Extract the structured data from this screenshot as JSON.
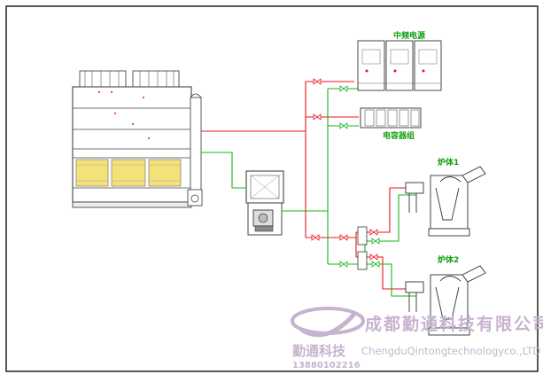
{
  "labels": {
    "power_supply": "中频电源",
    "capacitor_bank": "电容器组",
    "furnace_1": "炉体1",
    "furnace_2": "炉体2"
  },
  "watermark": {
    "company_cn": "成都勤通科技有限公司",
    "company_en": "ChengduQintongtechnologyco.,LTD",
    "brand_cn": "勤通科技",
    "phone": "13880102216"
  },
  "colors": {
    "pipe_red": "#e8141a",
    "pipe_green": "#19b319",
    "label_green": "#12a012",
    "fill_media": "#f3e27a",
    "watermark": "#c7b3cf",
    "line": "#3a3a3a"
  }
}
